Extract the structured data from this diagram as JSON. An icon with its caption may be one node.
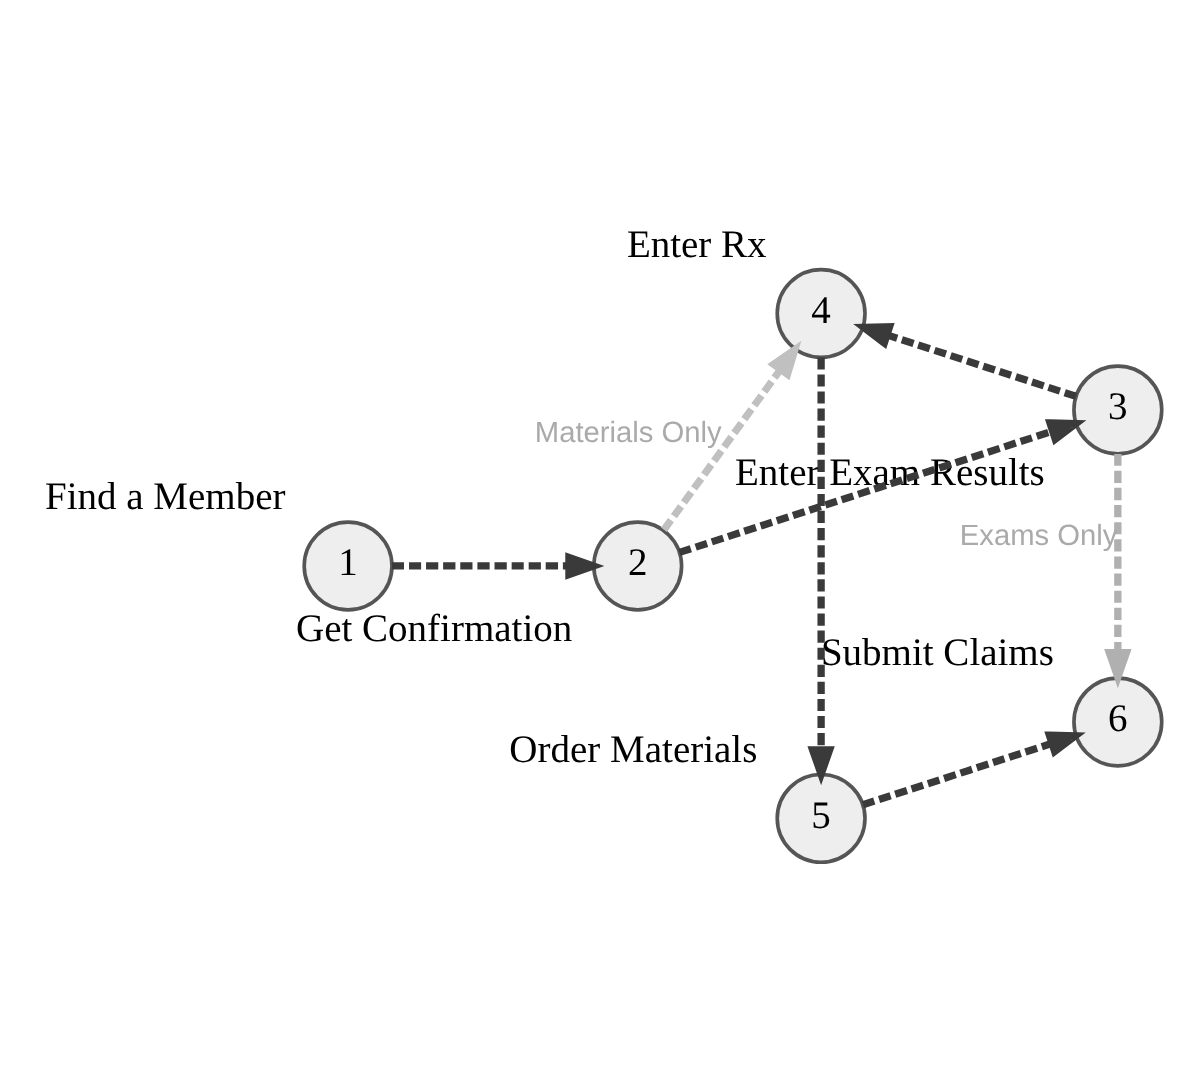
{
  "diagram": {
    "nodes": [
      {
        "text": [
          "1"
        ],
        "beside": [
          "Find a Member"
        ]
      },
      {
        "text": [
          "2"
        ],
        "beside": [
          "Get Confirmation"
        ]
      },
      {
        "text": [
          "3"
        ],
        "beside": [
          "Enter Exam Results"
        ]
      },
      {
        "text": [
          "4"
        ],
        "beside": [
          "Enter Rx"
        ]
      },
      {
        "text": [
          "5"
        ],
        "beside": [
          "Order Materials"
        ]
      },
      {
        "text": [
          "6"
        ],
        "beside": [
          "Submit Claims"
        ]
      }
    ],
    "edges": [
      {
        "from": 0,
        "to": 1,
        "arrow": "to",
        "style": "dashed"
      },
      {
        "from": 1,
        "to": 2,
        "arrow": "to",
        "style": "dashed"
      },
      {
        "from": 2,
        "to": 3,
        "arrow": "to",
        "style": "dashed"
      },
      {
        "from": 3,
        "to": 4,
        "arrow": "to",
        "style": "dashed"
      },
      {
        "from": 4,
        "to": 5,
        "arrow": "to",
        "style": "dashed"
      },
      {
        "from": 1,
        "to": 3,
        "arrow": "to",
        "style": "dashed",
        "color": "#c0c0c0",
        "label": "Materials Only"
      },
      {
        "from": 2,
        "to": 5,
        "arrow": "to",
        "style": "dashed",
        "color": "#b0b0b0",
        "label": "Exams Only"
      }
    ]
  }
}
